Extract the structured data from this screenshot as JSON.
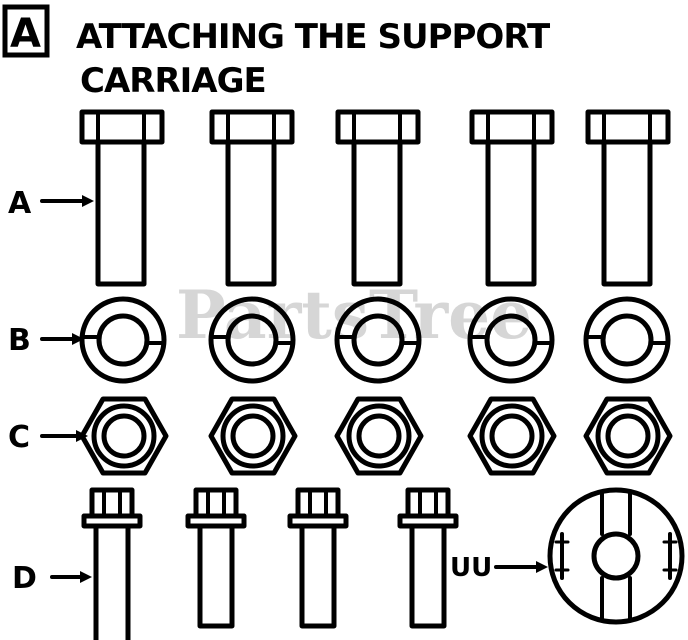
{
  "header": {
    "box_letter": "A",
    "title_line1": "ATTACHING THE SUPPORT",
    "title_line2": "CARRIAGE"
  },
  "rows": [
    {
      "label": "A",
      "part": "hex-head-bolt",
      "count": 5
    },
    {
      "label": "B",
      "part": "split-lock-washer",
      "count": 5
    },
    {
      "label": "C",
      "part": "hex-nut",
      "count": 5
    },
    {
      "label": "D",
      "part": "flange-head-bolt",
      "count": 4
    }
  ],
  "callout": {
    "label": "UU",
    "part": "carriage-insert"
  },
  "watermark": "PartsTree",
  "colors": {
    "ink": "#000000",
    "background": "#ffffff",
    "watermark": "#c9c9c9"
  }
}
